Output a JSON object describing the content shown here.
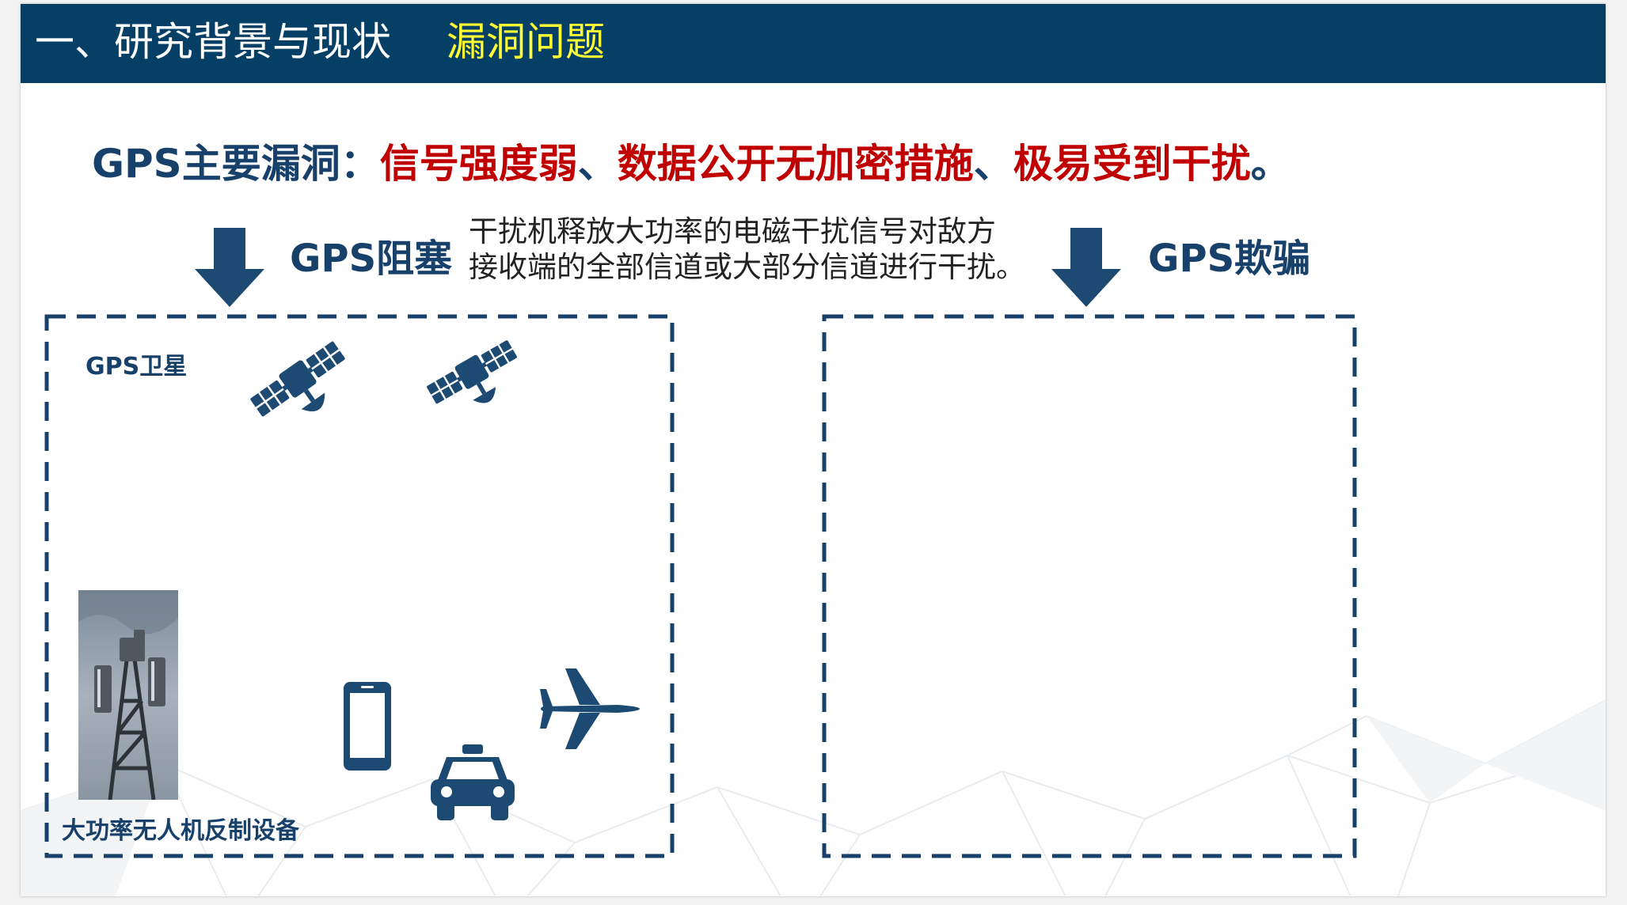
{
  "header": {
    "title": "一、研究背景与现状",
    "subtitle": "漏洞问题"
  },
  "vulnerability": {
    "prefix": "GPS主要漏洞：",
    "item1": "信号强度弱",
    "sep1": "、",
    "item2": "数据公开无加密措施",
    "sep2": "、",
    "item3": "极易受到干扰",
    "end": "。"
  },
  "blocking": {
    "title": "GPS阻塞",
    "desc_line1": "干扰机释放大功率的电磁干扰信号对敌方",
    "desc_line2": "接收端的全部信道或大部分信道进行干扰。",
    "satellite_label": "GPS卫星",
    "device_label": "大功率无人机反制设备"
  },
  "spoofing": {
    "title": "GPS欺骗"
  },
  "icons": {
    "arrow": "down-arrow-icon",
    "satellite": "satellite-icon",
    "phone": "smartphone-icon",
    "car": "taxi-icon",
    "plane": "airplane-icon"
  },
  "colors": {
    "header_bg": "#063f66",
    "header_accent": "#ffff33",
    "navy": "#17406a",
    "red": "#c00000",
    "icon_blue": "#1c4a73"
  }
}
